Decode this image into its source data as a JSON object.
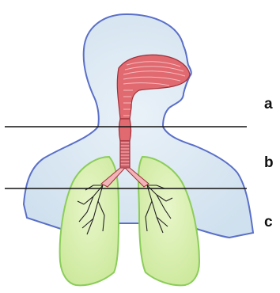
{
  "regions": [
    {
      "id": "a",
      "label": "a"
    },
    {
      "id": "b",
      "label": "b"
    },
    {
      "id": "c",
      "label": "c"
    }
  ],
  "colors": {
    "body_fill": "#dfe9f2",
    "body_outline": "#5a6fc8",
    "airway_fill": "#e06a70",
    "airway_stroke": "#a0303a",
    "lung_fill": "#d8efae",
    "lung_outline": "#8ccd5a",
    "bronchi": "#222222",
    "divider": "#111111"
  }
}
